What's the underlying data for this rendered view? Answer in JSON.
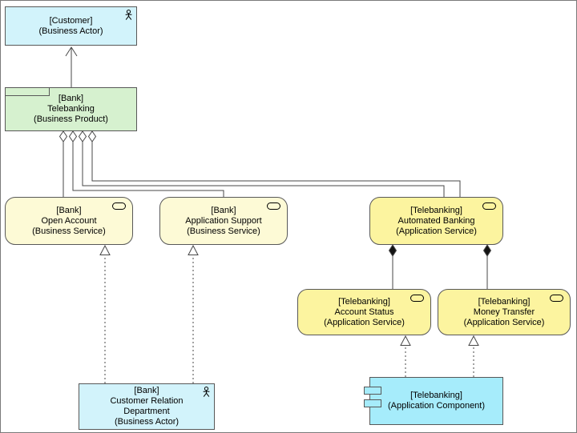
{
  "colors": {
    "business_actor_fill": "#d2f3fb",
    "business_product_fill": "#d6f1cf",
    "business_service_fill": "#fdfad6",
    "application_service_fill": "#fcf49f",
    "application_component_fill": "#a6ecfb",
    "border": "#585858",
    "line": "#474747"
  },
  "nodes": {
    "customer": {
      "type": "Business Actor",
      "lines": [
        "[Customer]",
        "(Business Actor)"
      ]
    },
    "telebanking_product": {
      "type": "Business Product",
      "lines": [
        "[Bank]",
        "Telebanking",
        "(Business Product)"
      ]
    },
    "open_account": {
      "type": "Business Service",
      "lines": [
        "[Bank]",
        "Open Account",
        "(Business Service)"
      ]
    },
    "application_support": {
      "type": "Business Service",
      "lines": [
        "[Bank]",
        "Application Support",
        "(Business Service)"
      ]
    },
    "automated_banking": {
      "type": "Application Service",
      "lines": [
        "[Telebanking]",
        "Automated Banking",
        "(Application Service)"
      ]
    },
    "account_status": {
      "type": "Application Service",
      "lines": [
        "[Telebanking]",
        "Account Status",
        "(Application Service)"
      ]
    },
    "money_transfer": {
      "type": "Application Service",
      "lines": [
        "[Telebanking]",
        "Money Transfer",
        "(Application Service)"
      ]
    },
    "customer_relation_department": {
      "type": "Business Actor",
      "lines": [
        "[Bank]",
        "Customer Relation",
        "Department",
        "(Business Actor)"
      ]
    },
    "telebanking_component": {
      "type": "Application Component",
      "lines": [
        "[Telebanking]",
        "(Application Component)"
      ]
    }
  },
  "relations": [
    {
      "from": "telebanking_product",
      "to": "customer",
      "type": "serving",
      "style": "solid-open-arrow"
    },
    {
      "from": "telebanking_product",
      "to": "open_account",
      "type": "aggregation",
      "style": "hollow-diamond"
    },
    {
      "from": "telebanking_product",
      "to": "application_support",
      "type": "aggregation",
      "style": "hollow-diamond"
    },
    {
      "from": "telebanking_product",
      "to": "automated_banking",
      "type": "aggregation",
      "style": "hollow-diamond"
    },
    {
      "from": "telebanking_product",
      "to": "automated_banking",
      "type": "aggregation",
      "style": "hollow-diamond"
    },
    {
      "from": "automated_banking",
      "to": "account_status",
      "type": "composition",
      "style": "filled-diamond"
    },
    {
      "from": "automated_banking",
      "to": "money_transfer",
      "type": "composition",
      "style": "filled-diamond"
    },
    {
      "from": "customer_relation_department",
      "to": "open_account",
      "type": "realization",
      "style": "dotted-hollow-triangle"
    },
    {
      "from": "customer_relation_department",
      "to": "application_support",
      "type": "realization",
      "style": "dotted-hollow-triangle"
    },
    {
      "from": "telebanking_component",
      "to": "account_status",
      "type": "realization",
      "style": "dotted-hollow-triangle"
    },
    {
      "from": "telebanking_component",
      "to": "money_transfer",
      "type": "realization",
      "style": "dotted-hollow-triangle"
    }
  ]
}
